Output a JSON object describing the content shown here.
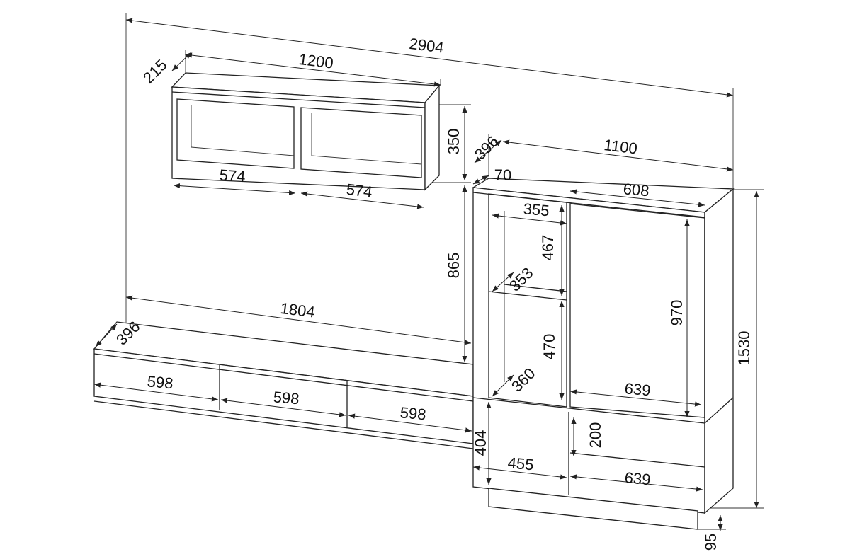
{
  "dimensions": {
    "overall_width": "2904",
    "wall_shelf_width": "1200",
    "wall_shelf_depth": "215",
    "wall_shelf_height": "350",
    "wall_shelf_left_niche": "574",
    "wall_shelf_right_niche": "574",
    "shelf_to_tv_unit_gap": "865",
    "tv_unit_width": "1804",
    "tv_unit_depth": "396",
    "tv_drawer_1": "598",
    "tv_drawer_2": "598",
    "tv_drawer_3": "598",
    "cabinet_depth": "396",
    "cabinet_width": "1100",
    "cabinet_top_overhang": "70",
    "cabinet_door_width": "608",
    "open_section_width": "355",
    "open_upper_height": "467",
    "open_shelf_depth": "353",
    "open_lower_height": "470",
    "open_lower_depth": "360",
    "door_height": "970",
    "door_inner_width": "639",
    "cabinet_height": "1530",
    "lower_door_height": "404",
    "lower_door_width": "455",
    "drawer_height": "200",
    "drawer_width": "639",
    "plinth_height": "95"
  }
}
